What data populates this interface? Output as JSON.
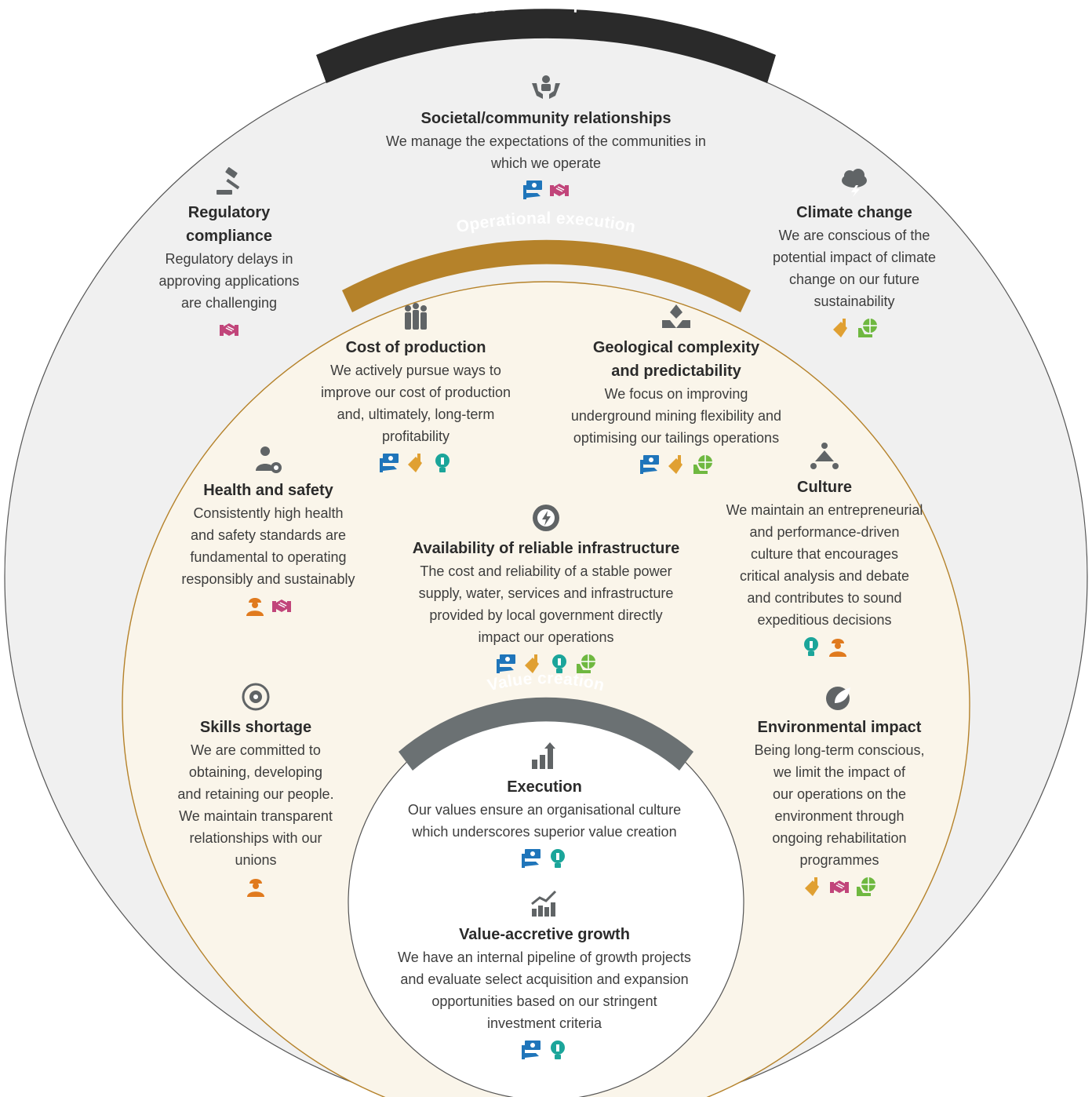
{
  "rings": {
    "outer": {
      "label": "Licence to operate",
      "fill": "#f0f0f0",
      "band": "#2a2a2a"
    },
    "middle": {
      "label": "Operational execution",
      "fill": "#faf5ea",
      "band": "#b5822a"
    },
    "inner": {
      "label": "Value creation",
      "fill": "#ffffff",
      "band": "#6b7173"
    }
  },
  "capital_colors": {
    "financial": "#1f75ba",
    "manufactured": "#e0a032",
    "intellectual": "#1ba59a",
    "natural": "#6fb840",
    "human": "#e07a1e",
    "social": "#c1457a"
  },
  "blocks": [
    {
      "id": "societal",
      "icon": "people-hands-icon",
      "title": "Societal/community relationships",
      "lines": [
        "We manage the expectations of the communities in",
        "which we operate"
      ],
      "capitals": [
        "financial",
        "social"
      ]
    },
    {
      "id": "regulatory",
      "icon": "gavel-icon",
      "title_lines": [
        "Regulatory",
        "compliance"
      ],
      "lines": [
        "Regulatory delays in",
        "approving applications",
        "are challenging"
      ],
      "capitals": [
        "social"
      ]
    },
    {
      "id": "climate",
      "icon": "storm-cloud-icon",
      "title": "Climate change",
      "lines": [
        "We are conscious of the",
        "potential impact of climate",
        "change on our future",
        "sustainability"
      ],
      "capitals": [
        "manufactured",
        "natural"
      ]
    },
    {
      "id": "cost",
      "icon": "people-group-icon",
      "title": "Cost of production",
      "lines": [
        "We actively pursue ways to",
        "improve our cost of production",
        "and, ultimately, long-term",
        "profitability"
      ],
      "capitals": [
        "financial",
        "manufactured",
        "intellectual"
      ]
    },
    {
      "id": "geological",
      "icon": "mountain-tools-icon",
      "title_lines": [
        "Geological complexity",
        "and predictability"
      ],
      "lines": [
        "We focus on improving",
        "underground mining flexibility and",
        "optimising our tailings operations"
      ],
      "capitals": [
        "financial",
        "manufactured",
        "natural"
      ]
    },
    {
      "id": "health",
      "icon": "person-gear-icon",
      "title": "Health and safety",
      "lines": [
        "Consistently high health",
        "and safety standards are",
        "fundamental to operating",
        "responsibly and sustainably"
      ],
      "capitals": [
        "human",
        "social"
      ]
    },
    {
      "id": "culture",
      "icon": "network-icon",
      "title": "Culture",
      "lines": [
        "We maintain an entrepreneurial",
        "and performance-driven",
        "culture that encourages",
        "critical analysis and debate",
        "and contributes to sound",
        "expeditious decisions"
      ],
      "capitals": [
        "intellectual",
        "human"
      ]
    },
    {
      "id": "infrastructure",
      "icon": "power-gear-icon",
      "title": "Availability of reliable infrastructure",
      "lines": [
        "The cost and reliability of a stable power",
        "supply, water, services and infrastructure",
        "provided by local government directly",
        "impact our operations"
      ],
      "capitals": [
        "financial",
        "manufactured",
        "intellectual",
        "natural"
      ]
    },
    {
      "id": "skills",
      "icon": "cycle-gear-icon",
      "title": "Skills shortage",
      "lines": [
        "We are committed to",
        "obtaining, developing",
        "and retaining our people.",
        "We maintain transparent",
        "relationships with our",
        "unions"
      ],
      "capitals": [
        "human"
      ]
    },
    {
      "id": "environment",
      "icon": "leaf-gear-icon",
      "title": "Environmental impact",
      "lines": [
        "Being long-term conscious,",
        "we limit the impact of",
        "our operations on the",
        "environment through",
        "ongoing rehabilitation",
        "programmes"
      ],
      "capitals": [
        "manufactured",
        "social",
        "natural"
      ]
    },
    {
      "id": "execution",
      "icon": "bar-arrow-icon",
      "title": "Execution",
      "lines": [
        "Our values ensure an organisational culture",
        "which underscores superior value creation"
      ],
      "capitals": [
        "financial",
        "intellectual"
      ]
    },
    {
      "id": "growth",
      "icon": "growth-chart-icon",
      "title": "Value-accretive growth",
      "lines": [
        "We have an internal pipeline of growth projects",
        "and evaluate select acquisition and expansion",
        "opportunities based on our stringent",
        "investment criteria"
      ],
      "capitals": [
        "financial",
        "intellectual"
      ]
    }
  ]
}
